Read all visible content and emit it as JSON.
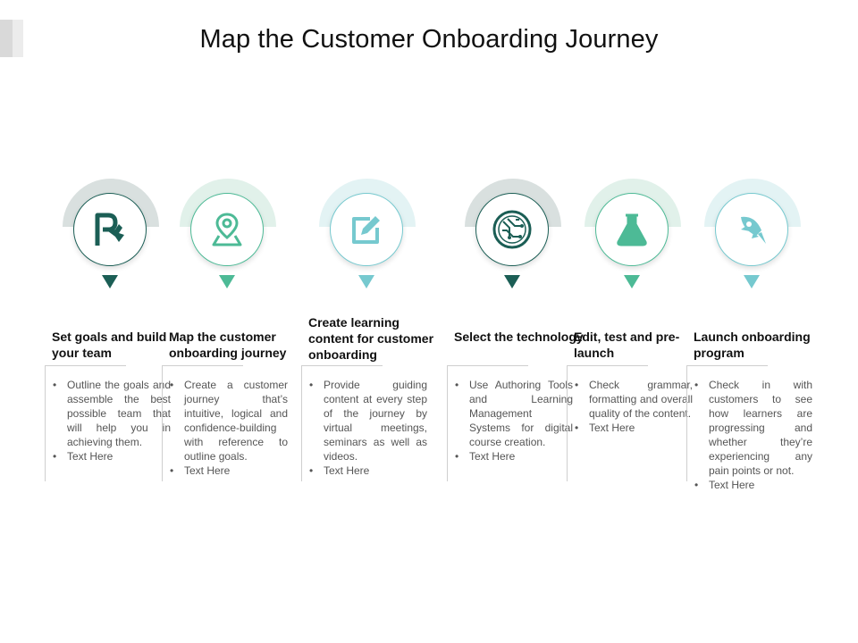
{
  "title": "Map the Customer Onboarding Journey",
  "colors": {
    "dark": "#1b5e55",
    "mid": "#4dba96",
    "light": "#76c9cf"
  },
  "steps": [
    {
      "title": "Set goals and build your team",
      "icon": "flag-icon",
      "color": "#1b5e55",
      "arch": "#d9e0df",
      "bullets": [
        "Outline the goals and assemble the best possible team that will help you in achieving them.",
        "Text Here"
      ]
    },
    {
      "title": "Map the customer onboarding journey",
      "icon": "map-pin-icon",
      "color": "#4dba96",
      "arch": "#e1f1ea",
      "bullets": [
        "Create a customer journey that’s intuitive, logical and confidence-building with reference to outline goals.",
        "Text Here"
      ]
    },
    {
      "title": "Create learning content for customer onboarding",
      "icon": "edit-icon",
      "color": "#76c9cf",
      "arch": "#e3f3f4",
      "bullets": [
        "Provide guiding content at every step of the journey by virtual meetings, seminars as well as videos.",
        "Text Here"
      ]
    },
    {
      "title": "Select the technology",
      "icon": "circuit-icon",
      "color": "#1b5e55",
      "arch": "#d9e0df",
      "bullets": [
        "Use Authoring Tools and Learning Management Systems for digital course creation.",
        "Text Here"
      ]
    },
    {
      "title": "Edit, test and pre-launch",
      "icon": "flask-icon",
      "color": "#4dba96",
      "arch": "#e1f1ea",
      "bullets": [
        "Check grammar, formatting and overall quality of the content.",
        "Text Here"
      ]
    },
    {
      "title": "Launch onboarding program",
      "icon": "rocket-icon",
      "color": "#76c9cf",
      "arch": "#e3f3f4",
      "bullets": [
        "Check in with customers to see how learners are progressing and whether they’re experiencing any pain points or not.",
        "Text Here"
      ]
    }
  ]
}
